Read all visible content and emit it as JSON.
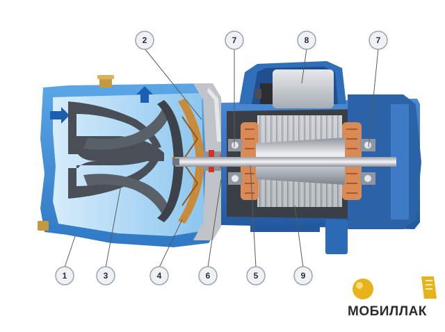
{
  "diagram": {
    "callouts": [
      {
        "id": "c1",
        "label": "1"
      },
      {
        "id": "c2",
        "label": "2"
      },
      {
        "id": "c3",
        "label": "3"
      },
      {
        "id": "c4",
        "label": "4"
      },
      {
        "id": "c5",
        "label": "5"
      },
      {
        "id": "c6",
        "label": "6"
      },
      {
        "id": "c7a",
        "label": "7"
      },
      {
        "id": "c7b",
        "label": "7"
      },
      {
        "id": "c8",
        "label": "8"
      },
      {
        "id": "c9",
        "label": "9"
      }
    ],
    "colors": {
      "pump_body": "#3f8fd8",
      "pump_body_light": "#7ec0ee",
      "pump_inner": "#b9dcf6",
      "diffuser": "#4a4f57",
      "impeller": "#c98a3a",
      "motor_casing": "#2f6fba",
      "stator": "#a9adb3",
      "rotor": "#cfd3d8",
      "winding": "#d88b57",
      "arrow": "#1c5fb0"
    }
  },
  "watermark": {
    "text": "МОБИЛЛАК",
    "colors": {
      "logo_gold": "#e8b21a"
    }
  }
}
